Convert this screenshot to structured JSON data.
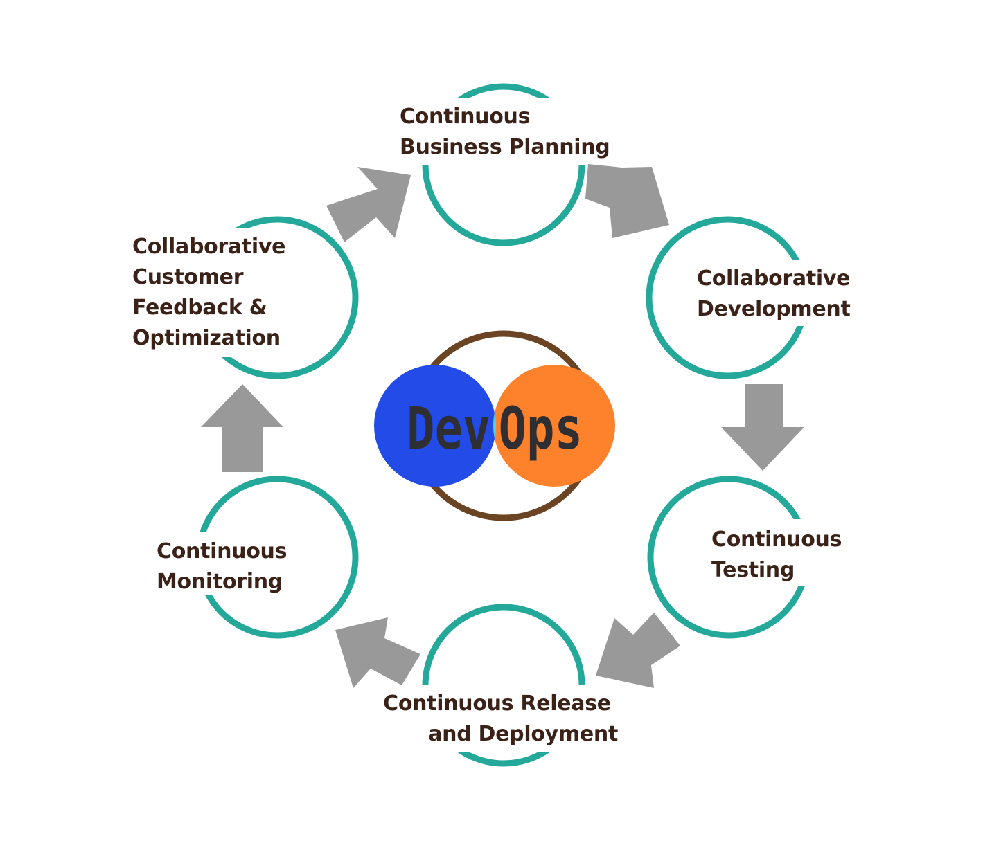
{
  "diagram": {
    "colors": {
      "ring": "#23a899",
      "arrow": "#999999",
      "text": "#3b2218",
      "center_ring": "#6b4423",
      "logo_left": "#224be8",
      "logo_right": "#fe812b",
      "logo_overlap": "#51d2fd",
      "logo_text": "#2f2f33"
    },
    "logo": {
      "part1": "Dev",
      "part2": "Ops"
    },
    "stages": [
      {
        "id": "planning",
        "lines": [
          "Continuous",
          "Business Planning"
        ]
      },
      {
        "id": "development",
        "lines": [
          "Collaborative",
          "Development"
        ]
      },
      {
        "id": "testing",
        "lines": [
          "Continuous",
          "Testing"
        ]
      },
      {
        "id": "release",
        "lines": [
          "Continuous Release",
          "and Deployment"
        ]
      },
      {
        "id": "monitoring",
        "lines": [
          "Continuous",
          "Monitoring"
        ]
      },
      {
        "id": "feedback",
        "lines": [
          "Collaborative",
          "Customer",
          "Feedback &",
          "Optimization"
        ]
      }
    ]
  }
}
